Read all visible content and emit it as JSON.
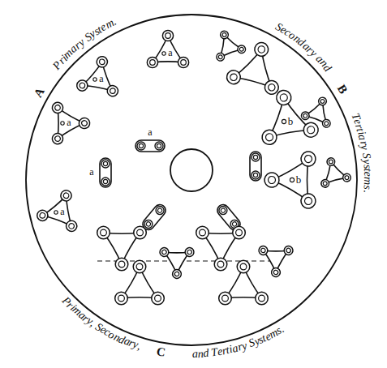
{
  "diagram": {
    "labels": [
      "Primary System.",
      "A",
      "a",
      "a",
      "Secondary and",
      "B",
      "a",
      "b",
      "Tertiary Systems.",
      "a",
      "a",
      "b",
      "a",
      "Primary, Secondary,",
      "C",
      "and Tertiary Systems."
    ]
  }
}
